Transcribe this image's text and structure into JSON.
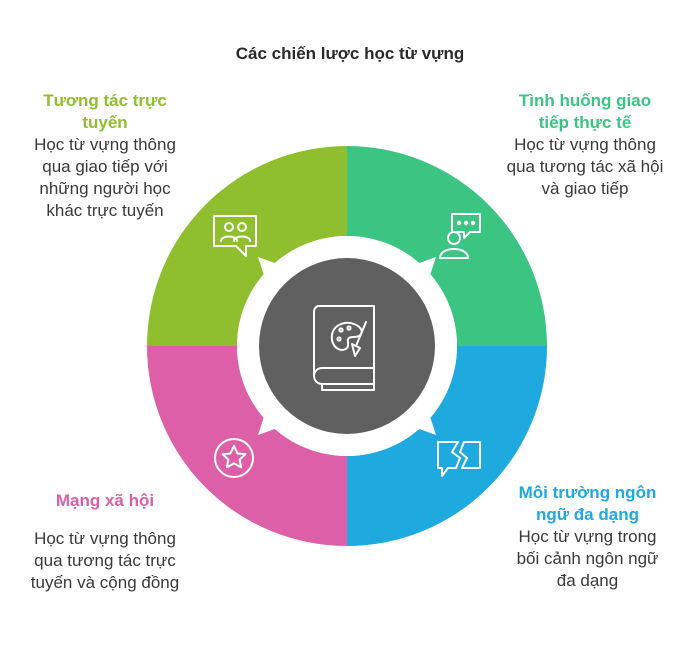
{
  "title": "Các chiến lược học từ vựng",
  "center": {
    "icon": "book-palette-icon"
  },
  "colors": {
    "top_left": "#8fbf2e",
    "top_right": "#3cc483",
    "bottom_left": "#dc5fa8",
    "bottom_right": "#1ea9df",
    "center": "#606060"
  },
  "segments": {
    "top_left": {
      "heading": "Tương tác trực tuyến",
      "desc": "Học từ vựng thông qua giao tiếp với những người học khác trực tuyến",
      "icon": "group-chat-icon"
    },
    "top_right": {
      "heading": "Tình huống giao tiếp thực tế",
      "desc": "Học từ vựng thông qua tương tác xã hội và giao tiếp",
      "icon": "person-speech-icon"
    },
    "bottom_left": {
      "heading": "Mạng xã hội",
      "desc": "Học từ vựng thông qua tương tác trực tuyến và cộng đồng",
      "icon": "star-circle-icon"
    },
    "bottom_right": {
      "heading": "Môi trường ngôn ngữ đa dạng",
      "desc": "Học từ vựng trong bối cảnh ngôn ngữ đa dạng",
      "icon": "broken-speech-icon"
    }
  }
}
